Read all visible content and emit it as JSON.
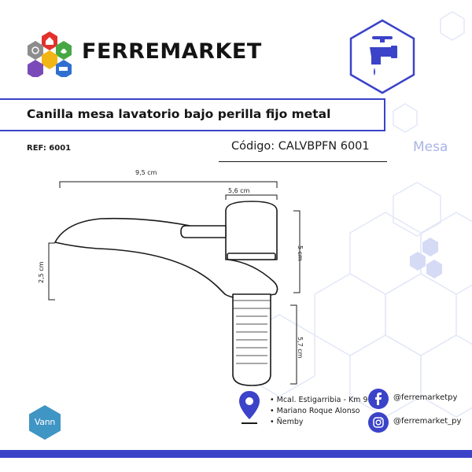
{
  "brand": {
    "name": "FERREMARKET",
    "logo_icon": "ferremarket-hexagon-logo",
    "colors": {
      "accent": "#3b43c8",
      "light_accent": "#a9b5e6"
    }
  },
  "product": {
    "title": "Canilla mesa lavatorio bajo perilla fijo metal",
    "ref": "REF: 6001",
    "code": "Código: CALVBPFN 6001",
    "category": "Mesa",
    "category_icon": "faucet-icon"
  },
  "dimensions": {
    "width": "9,5 cm",
    "body": "5,6 cm",
    "height": "5 cm",
    "spout": "2,5 cm",
    "shank": "5,7 cm"
  },
  "contact": {
    "address": [
      "• Mcal. Estigarribia - Km 9",
      "• Mariano Roque Alonso",
      "• Ñemby"
    ],
    "facebook": "@ferremarketpy",
    "instagram": "@ferremarket_py"
  },
  "partner": {
    "name": "Vann"
  }
}
